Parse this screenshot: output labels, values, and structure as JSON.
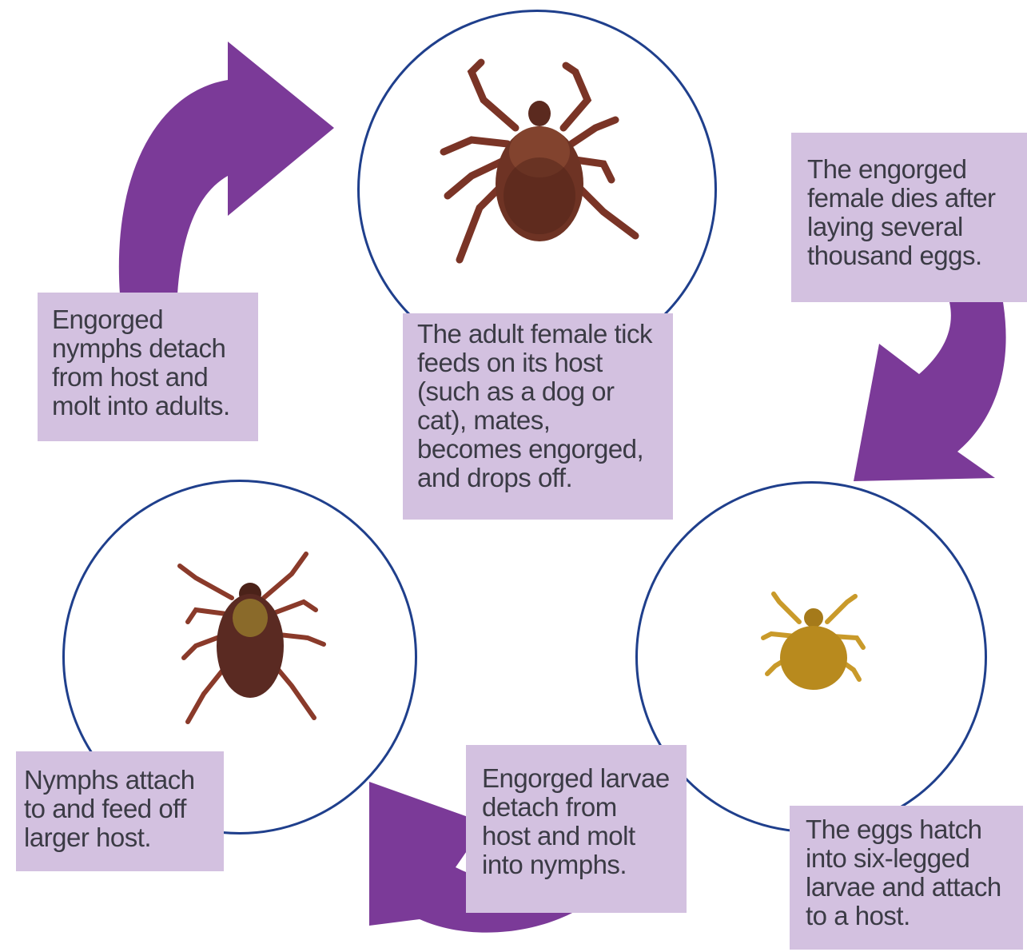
{
  "colors": {
    "arrow": "#7b3a98",
    "box": "#d3c1e0",
    "circle_border": "#1f3f8c",
    "text": "#3b3b45",
    "adult_tick": "#6e3324",
    "nymph_tick": "#5a2a22",
    "larva_tick": "#b88a1e"
  },
  "stages": {
    "adult_female": {
      "text": "The adult female tick\nfeeds on its host\n(such as a dog or\ncat), mates,\nbecomes engorged,\nand drops off."
    },
    "eggs": {
      "text": "The engorged\nfemale dies after\nlaying several\nthousand eggs."
    },
    "larvae_hatch": {
      "text": "The eggs hatch\ninto six-legged\nlarvae and attach\nto a host."
    },
    "larvae_molt": {
      "text": "Engorged larvae\ndetach from\nhost and molt\ninto nymphs."
    },
    "nymphs_feed": {
      "text": "Nymphs attach\nto and feed off\nlarger host."
    },
    "nymphs_molt": {
      "text": "Engorged\nnymphs detach\nfrom host and\nmolt into adults."
    }
  }
}
